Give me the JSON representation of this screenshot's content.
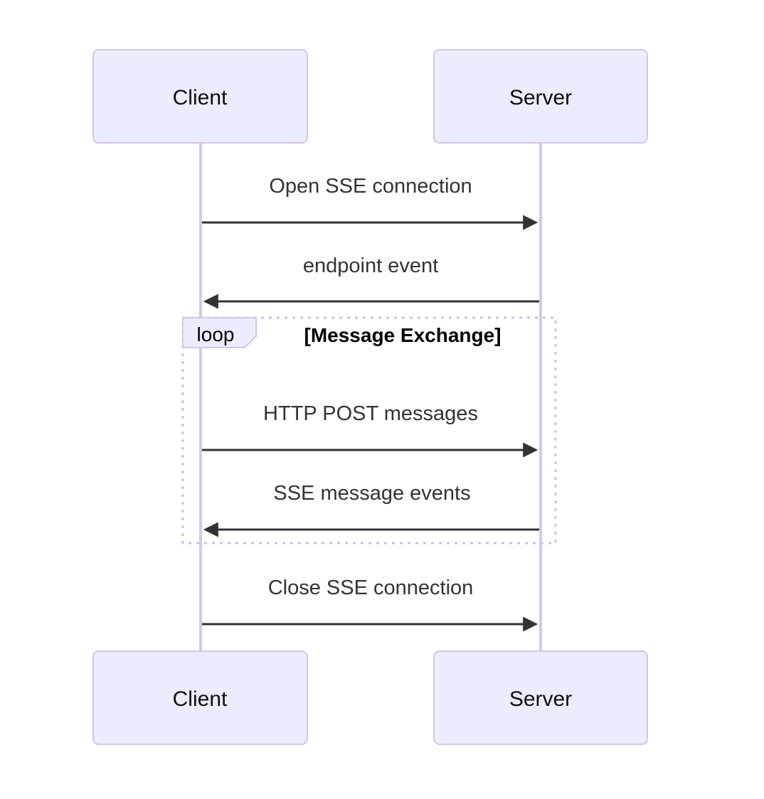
{
  "diagram": {
    "type": "sequence",
    "actors": [
      {
        "name": "Client"
      },
      {
        "name": "Server"
      }
    ],
    "messages": [
      {
        "from": "Client",
        "to": "Server",
        "label": "Open SSE connection",
        "arrow": "solid",
        "in_loop": false
      },
      {
        "from": "Server",
        "to": "Client",
        "label": "endpoint event",
        "arrow": "solid",
        "in_loop": false
      },
      {
        "from": "Client",
        "to": "Server",
        "label": "HTTP POST messages",
        "arrow": "solid",
        "in_loop": true
      },
      {
        "from": "Server",
        "to": "Client",
        "label": "SSE message events",
        "arrow": "solid",
        "in_loop": true
      },
      {
        "from": "Client",
        "to": "Server",
        "label": "Close SSE connection",
        "arrow": "solid",
        "in_loop": false
      }
    ],
    "loop": {
      "keyword": "loop",
      "title": "[Message Exchange]"
    },
    "colors": {
      "background": "#FFFFFF",
      "actor_fill": "#ECECFF",
      "actor_border": "#CFC7EA",
      "actor_text": "#0F0F0F",
      "lifeline": "#D2C9E8",
      "loop_border": "#C9C0E6",
      "loop_label_fill": "#ECECFF",
      "arrow": "#333333",
      "message_text": "#333333"
    }
  }
}
